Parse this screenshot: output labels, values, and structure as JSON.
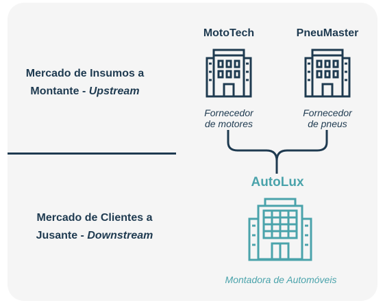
{
  "upstream": {
    "line1": "Mercado de Insumos a",
    "line2_prefix": "Montante - ",
    "line2_emph": "Upstream"
  },
  "downstream": {
    "line1": "Mercado de Clientes a",
    "line2_prefix": "Jusante - ",
    "line2_emph": "Downstream"
  },
  "suppliers": [
    {
      "name": "MotoTech",
      "caption_line1": "Fornecedor",
      "caption_line2": "de motores"
    },
    {
      "name": "PneuMaster",
      "caption_line1": "Fornecedor",
      "caption_line2": "de pneus"
    }
  ],
  "customer": {
    "name": "AutoLux",
    "caption": "Montadora de Automóveis"
  },
  "colors": {
    "navy": "#1e3a50",
    "teal": "#4aa3ab",
    "panel": "#f5f5f5"
  },
  "icons": {
    "supplier": "office-building-icon",
    "customer": "tower-building-icon"
  }
}
